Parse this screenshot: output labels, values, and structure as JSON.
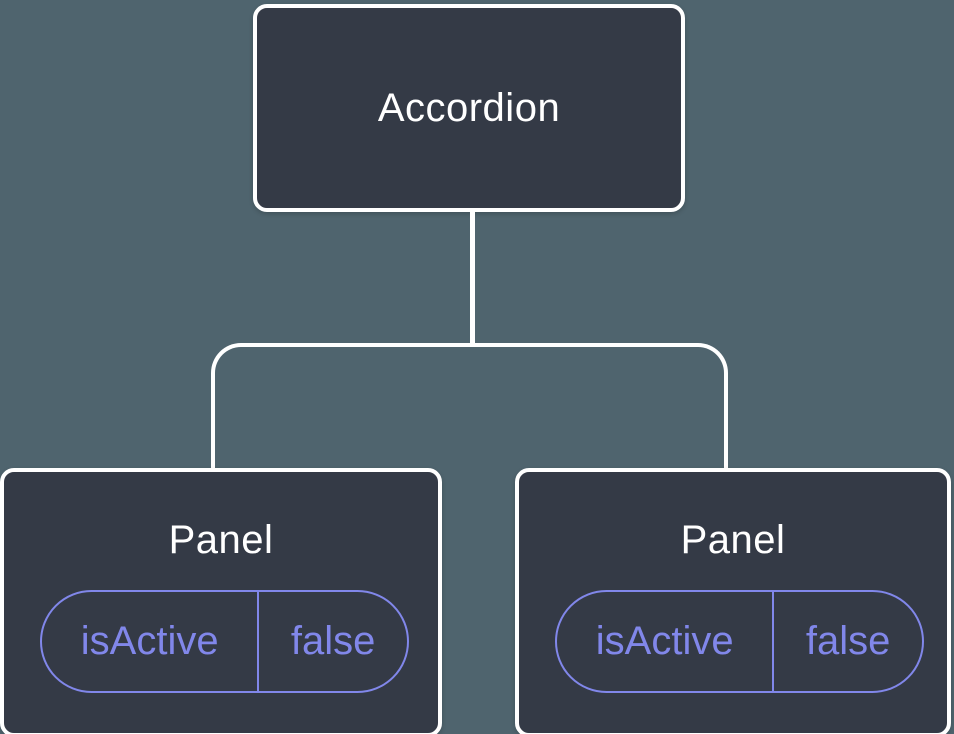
{
  "tree": {
    "root": {
      "label": "Accordion"
    },
    "children": [
      {
        "label": "Panel",
        "state": {
          "name": "isActive",
          "value": "false"
        }
      },
      {
        "label": "Panel",
        "state": {
          "name": "isActive",
          "value": "false"
        }
      }
    ]
  },
  "colors": {
    "background": "#4F646E",
    "node_fill": "#343A46",
    "node_border": "#FFFFFF",
    "connector": "#FFFFFF",
    "node_text": "#FFFFFF",
    "state_accent": "#8187EA"
  }
}
